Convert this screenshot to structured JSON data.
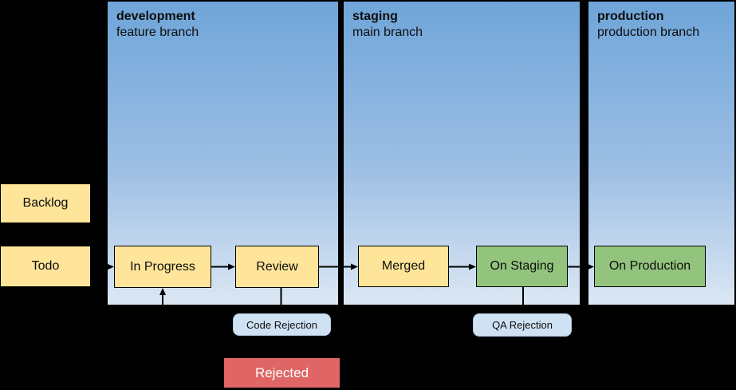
{
  "diagram": {
    "swimlanes": [
      {
        "title": "development",
        "subtitle": "feature branch"
      },
      {
        "title": "staging",
        "subtitle": "main branch"
      },
      {
        "title": "production",
        "subtitle": "production branch"
      }
    ],
    "nodes": {
      "backlog": "Backlog",
      "todo": "Todo",
      "in_progress": "In Progress",
      "review": "Review",
      "merged": "Merged",
      "on_staging": "On Staging",
      "on_production": "On Production",
      "rejected": "Rejected"
    },
    "edge_labels": {
      "code_rejection": "Code Rejection",
      "qa_rejection": "QA Rejection"
    },
    "colors": {
      "background": "#000000",
      "lane_gradient_top": "#6fa5d9",
      "lane_gradient_bottom": "#dbe7f4",
      "task_fill": "#ffe599",
      "deployed_fill": "#93c47d",
      "rejected_fill": "#e06666",
      "rejected_text": "#ffffff",
      "edge_label_fill": "#cfe2f3",
      "connector": "#000000"
    }
  }
}
